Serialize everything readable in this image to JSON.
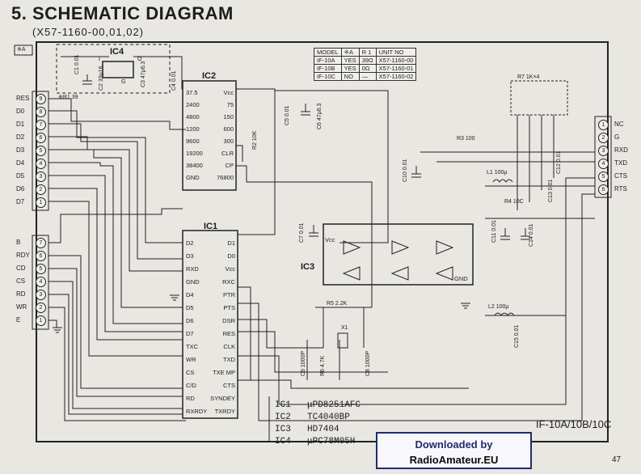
{
  "header": {
    "title": "5. SCHEMATIC DIAGRAM",
    "part_number": "(X57-1160-00,01,02)"
  },
  "model_table": {
    "headers": [
      "MODEL",
      "※A",
      "R 1",
      "UNIT NO"
    ],
    "rows": [
      [
        "IF-10A",
        "YES",
        "39Ω",
        "X57-1160-00"
      ],
      [
        "IF-10B",
        "YES",
        "0Ω",
        "X57-1160-01"
      ],
      [
        "IF-10C",
        "NO",
        "—",
        "X57-1160-02"
      ]
    ]
  },
  "left_connector_top": {
    "pins": [
      {
        "label": "RES",
        "num": "9"
      },
      {
        "label": "D0",
        "num": "8"
      },
      {
        "label": "D1",
        "num": "7"
      },
      {
        "label": "D2",
        "num": "6"
      },
      {
        "label": "D3",
        "num": "5"
      },
      {
        "label": "D4",
        "num": "4"
      },
      {
        "label": "D5",
        "num": "3"
      },
      {
        "label": "D6",
        "num": "2"
      },
      {
        "label": "D7",
        "num": "1"
      }
    ]
  },
  "left_connector_bottom": {
    "pins": [
      {
        "label": "B",
        "num": "7"
      },
      {
        "label": "RDY",
        "num": "6"
      },
      {
        "label": "CD",
        "num": "5"
      },
      {
        "label": "CS",
        "num": "4"
      },
      {
        "label": "RD",
        "num": "3"
      },
      {
        "label": "WR",
        "num": "2"
      },
      {
        "label": "E",
        "num": "1"
      }
    ]
  },
  "right_connector": {
    "pins": [
      {
        "label": "NC",
        "num": "1"
      },
      {
        "label": "G",
        "num": "2"
      },
      {
        "label": "RXD",
        "num": "3"
      },
      {
        "label": "TXD",
        "num": "4"
      },
      {
        "label": "CTS",
        "num": "5"
      },
      {
        "label": "RTS",
        "num": "6"
      }
    ]
  },
  "ic4": {
    "name": "IC4",
    "pin_i": "I",
    "pin_o": "O",
    "pin_g": "G",
    "note": "※A",
    "r1": "※R1 39"
  },
  "ic2": {
    "name": "IC2",
    "left_pins": [
      "37.5",
      "2400",
      "4800",
      "1200",
      "9600",
      "19200",
      "38400",
      "GND"
    ],
    "right_pins": [
      "Vcc",
      "75",
      "150",
      "600",
      "300",
      "CLR",
      "CP",
      "76800"
    ]
  },
  "ic1": {
    "name": "IC1",
    "left_pins": [
      "D2",
      "D3",
      "RXD",
      "GND",
      "D4",
      "D5",
      "D6",
      "D7",
      "TXC",
      "WR",
      "CS",
      "C/D",
      "RD",
      "RXRDY"
    ],
    "right_pins": [
      "D1",
      "D0",
      "Vcc",
      "RXC",
      "PTR",
      "PTS",
      "DSR",
      "RES",
      "CLK",
      "TXD",
      "TXE MP",
      "CTS",
      "SYNDEY",
      "TXRDY"
    ]
  },
  "ic3": {
    "name": "IC3",
    "vcc": "Vcc",
    "gnd": "GND"
  },
  "parts": {
    "c1": "C1 0.01",
    "c2": "C2 33μ16",
    "c3": "C3 47μ6.3",
    "c4": "C4 0.01",
    "r2": "R2 10K",
    "c5": "C5 0.01",
    "c6": "C6 47μ6.3",
    "r7": "R7  1K×4",
    "r3": "R3 100",
    "c10": "C10 0.01",
    "c12": "C12 0.01",
    "l1": "L1 100μ",
    "c13": "C13 0.01",
    "r4": "R4 10C",
    "c11": "C11 0.01",
    "c14": "C14 0.01",
    "c7": "C7 0.01",
    "r5": "R5 2.2K",
    "x1": "X1",
    "c9": "C9 1000P",
    "r6": "R6 4.7K",
    "c8": "C8 1000P",
    "l2": "L2 100μ",
    "c15": "C15 0.01"
  },
  "ic_list": [
    {
      "ref": "IC1",
      "part": "μPD8251AFC"
    },
    {
      "ref": "IC2",
      "part": "TC4040BP"
    },
    {
      "ref": "IC3",
      "part": "HD7404"
    },
    {
      "ref": "IC4",
      "part": "μPC78M05H"
    }
  ],
  "model_name": "IF-10A/10B/10C",
  "download_badge": {
    "line1": "Downloaded by",
    "line2": "RadioAmateur.EU"
  },
  "page_number": "47"
}
